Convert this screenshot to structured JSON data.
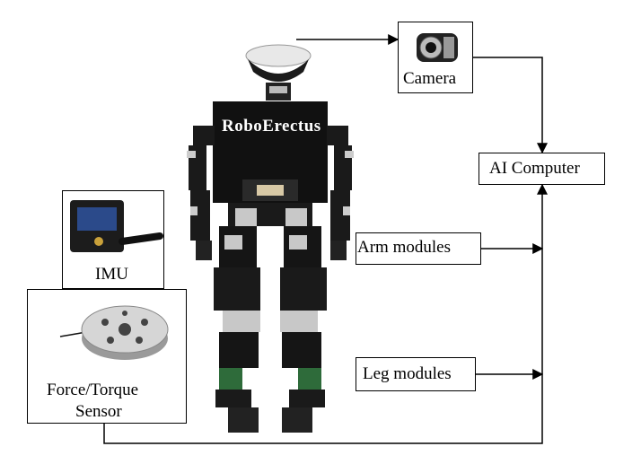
{
  "diagram": {
    "robot": {
      "name": "RoboErectus"
    },
    "nodes": {
      "camera": "Camera",
      "ai_computer": "AI Computer",
      "arm_modules": "Arm modules",
      "leg_modules": "Leg modules",
      "imu": "IMU",
      "force_torque": [
        "Force/Torque",
        "Sensor"
      ]
    },
    "colors": {
      "line": "#000000",
      "robot_body": "#111111",
      "servo_silver": "#c8c8c8",
      "board_green": "#2e6b3a"
    }
  }
}
